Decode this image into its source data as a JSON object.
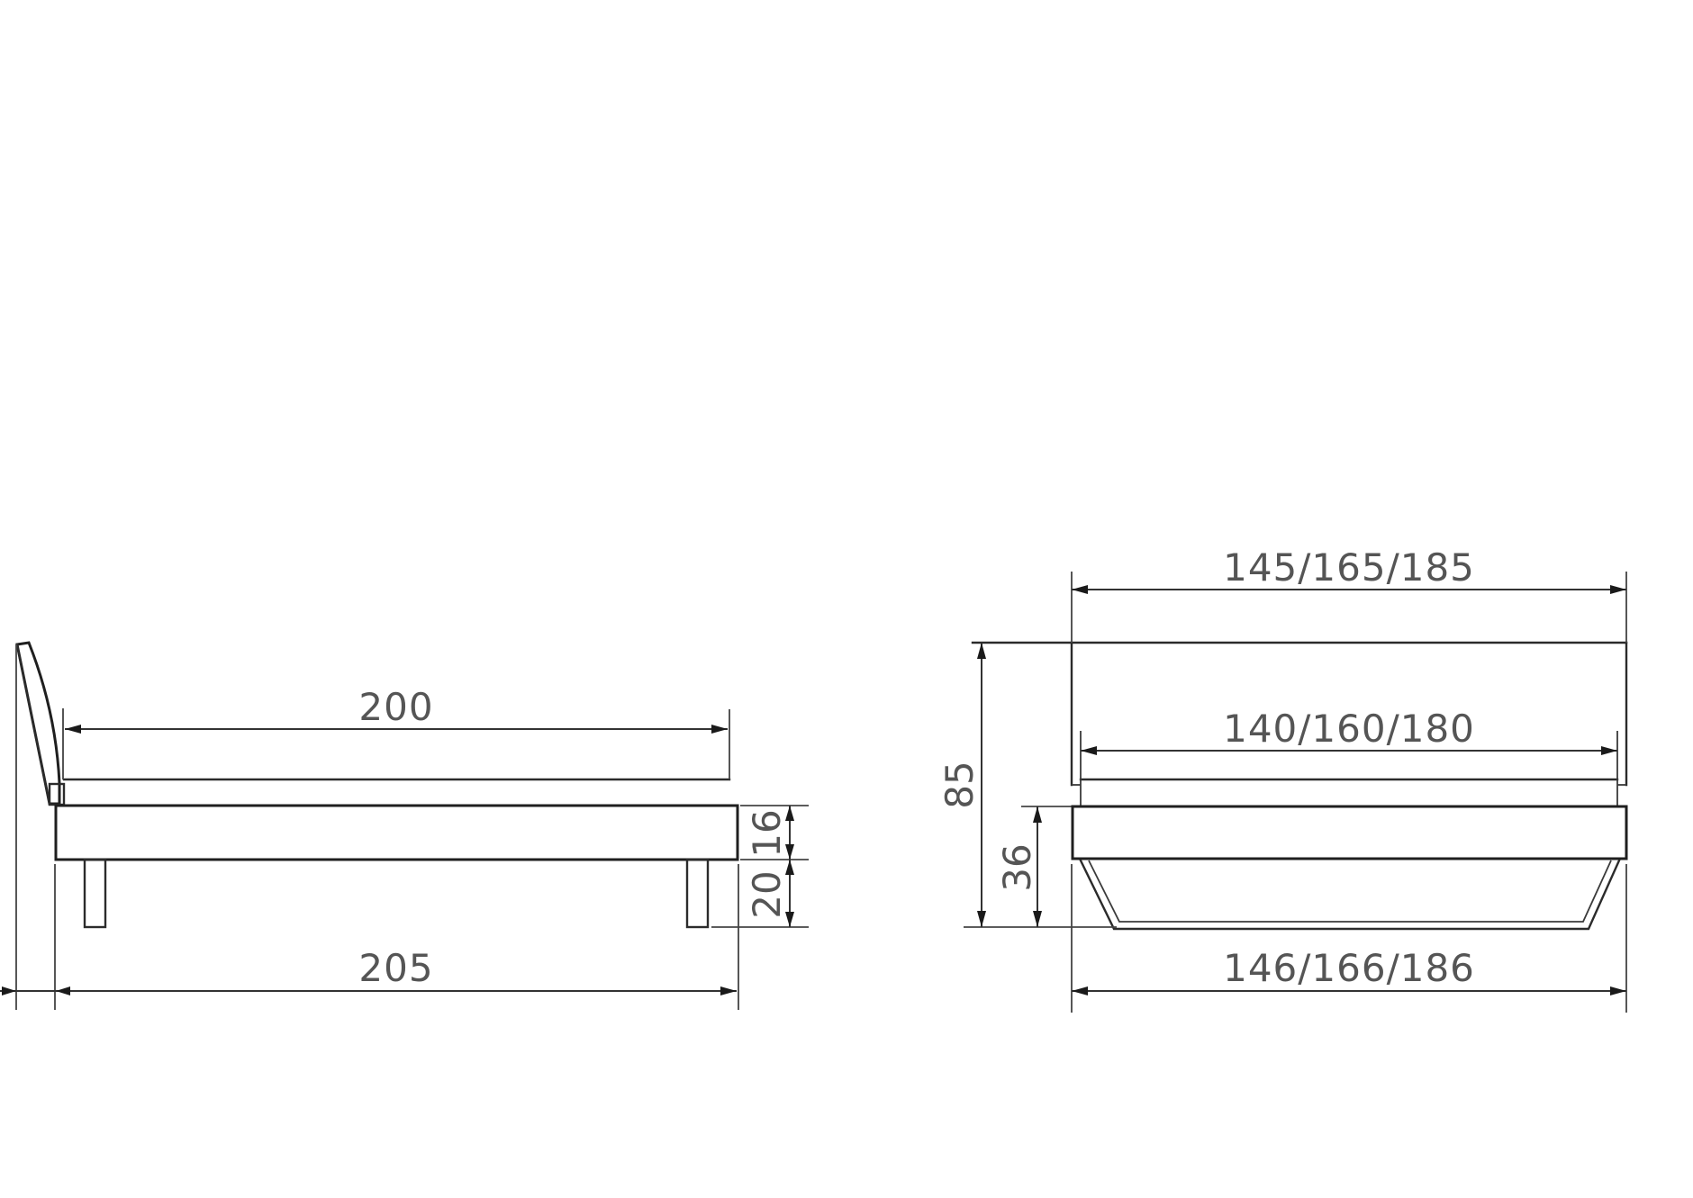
{
  "diagram": {
    "type": "technical-drawing",
    "subject": "bed",
    "units": "cm",
    "stroke_color": "#2b2b2b",
    "label_color": "#555555",
    "background": "#ffffff"
  },
  "side_view": {
    "dimensions": {
      "mattress_length": "200",
      "overall_length": "205",
      "frame_height": "16",
      "leg_height": "20"
    }
  },
  "front_view": {
    "dimensions": {
      "headboard_width": "145/165/185",
      "mattress_width": "140/160/180",
      "overall_width": "146/166/186",
      "headboard_height": "85",
      "frame_height": "36"
    }
  }
}
